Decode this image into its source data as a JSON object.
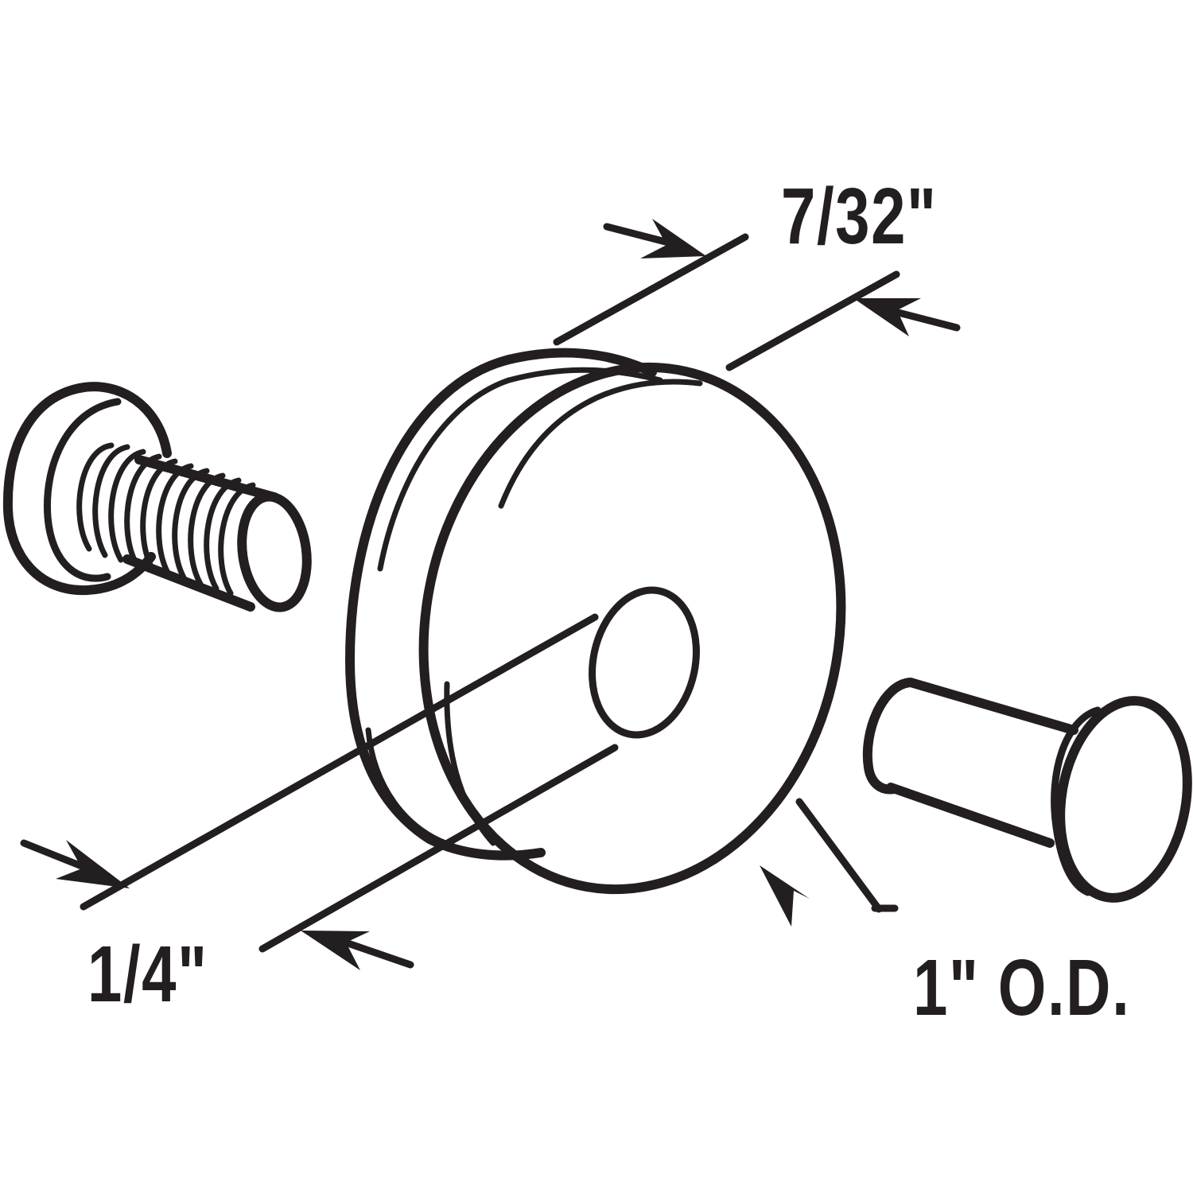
{
  "diagram": {
    "type": "exploded technical line drawing",
    "subject": "roller wheel assembly",
    "components": [
      {
        "id": "screw",
        "name": "Threaded screw",
        "thread_count": 12
      },
      {
        "id": "wheel",
        "name": "Roller wheel with center hole"
      },
      {
        "id": "rivet",
        "name": "Rivet / axle pin"
      }
    ],
    "colors": {
      "line": "#231f20",
      "background": "#ffffff"
    }
  },
  "dimensions": {
    "thickness": {
      "label": "7/32\"",
      "refers_to": "wheel thickness"
    },
    "hole": {
      "label": "1/4\"",
      "refers_to": "center hole diameter"
    },
    "outer_diameter": {
      "label": "1\" O.D.",
      "refers_to": "wheel outer diameter"
    }
  }
}
